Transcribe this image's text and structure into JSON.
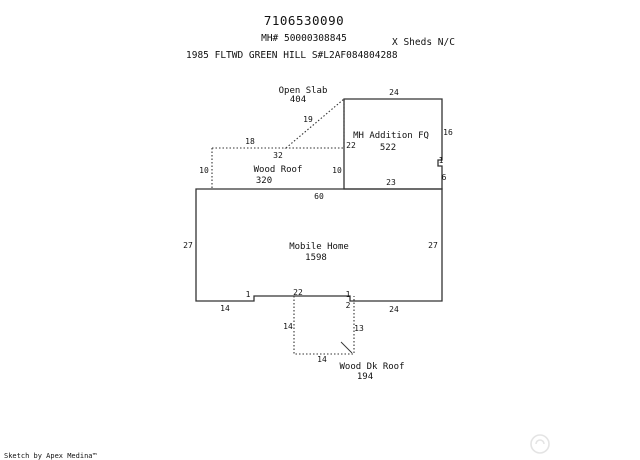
{
  "header": {
    "parcel_id": "7106530090",
    "mh_number": "MH# 50000308845",
    "sheds": "X Sheds N/C",
    "description": "1985 FLTWD GREEN HILL S#L2AF084804288"
  },
  "areas": {
    "open_slab": {
      "name": "Open Slab",
      "area": "404"
    },
    "mh_addition": {
      "name": "MH Addition FQ",
      "area": "522"
    },
    "wood_roof": {
      "name": "Wood Roof",
      "area": "320"
    },
    "mobile_home": {
      "name": "Mobile Home",
      "area": "1598"
    },
    "wood_dk_roof": {
      "name": "Wood Dk Roof",
      "area": "194"
    }
  },
  "dimensions": {
    "addition_top": "24",
    "addition_right": "16",
    "addition_right_small": "1",
    "addition_right_lower": "6",
    "addition_bottom": "23",
    "slab_diagonal": "19",
    "slab_left": "18",
    "slab_bottom": "32",
    "slab_right": "22",
    "wood_roof_left": "10",
    "wood_roof_right": "10",
    "mobile_top": "60",
    "mobile_left": "27",
    "mobile_right": "27",
    "mobile_notch_left": "1",
    "mobile_bottom_left": "14",
    "mobile_notch_top": "22",
    "mobile_notch_right": "1",
    "mobile_notch_small": "2",
    "mobile_bottom_right": "24",
    "deck_left": "14",
    "deck_right": "13",
    "deck_bottom": "14"
  },
  "credit": "Sketch by Apex Medina™"
}
